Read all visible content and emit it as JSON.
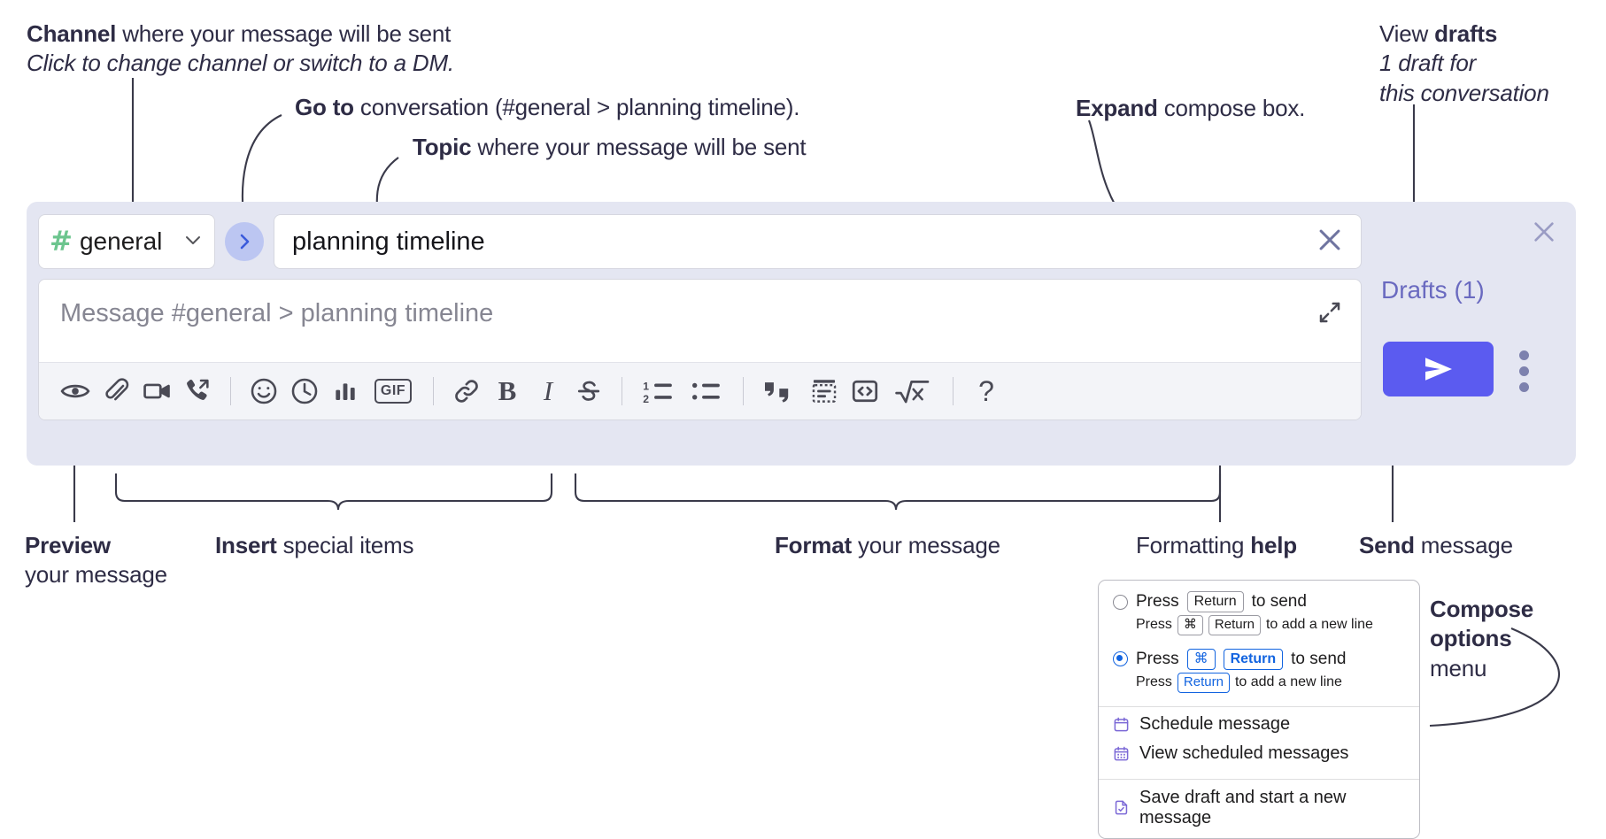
{
  "annotations": {
    "channel": {
      "bold": "Channel",
      "rest": " where your message will be sent",
      "italic": "Click to change channel or switch to a DM."
    },
    "goto": {
      "bold": "Go to",
      "rest": " conversation (#general > planning timeline)."
    },
    "topic": {
      "bold": "Topic",
      "rest": " where your message will be sent"
    },
    "expand": {
      "bold": "Expand",
      "rest": " compose box."
    },
    "drafts": {
      "line1_a": "View ",
      "line1_b": "drafts",
      "line2": "1 draft for",
      "line3": "this conversation"
    },
    "preview": {
      "bold": "Preview",
      "rest": "your message"
    },
    "insert": {
      "bold": "Insert",
      "rest": " special items"
    },
    "format": {
      "bold": "Format",
      "rest": " your message"
    },
    "help": {
      "pre": "Formatting ",
      "bold": "help"
    },
    "send": {
      "bold": "Send",
      "rest": " message"
    },
    "compose_options": {
      "line1": "Compose",
      "line2": "options",
      "line3": "menu"
    }
  },
  "compose": {
    "channel": {
      "hash": "#",
      "name": "general",
      "chevron_icon": "chevron-down-icon"
    },
    "goto_icon": "chevron-right-icon",
    "topic": {
      "value": "planning timeline",
      "clear_icon": "close-icon"
    },
    "message": {
      "placeholder": "Message #general > planning timeline",
      "expand_icon": "expand-icon"
    },
    "toolbar": [
      {
        "name": "preview-icon",
        "label": "Preview"
      },
      {
        "name": "attachment-icon",
        "label": "Attach file"
      },
      {
        "name": "video-icon",
        "label": "Record video clip"
      },
      {
        "name": "audio-call-icon",
        "label": "Record audio clip"
      },
      {
        "name": "divider",
        "label": ""
      },
      {
        "name": "emoji-icon",
        "label": "Emoji"
      },
      {
        "name": "clock-icon",
        "label": "Reminder"
      },
      {
        "name": "poll-icon",
        "label": "Poll"
      },
      {
        "name": "gif-icon",
        "label": "GIF"
      },
      {
        "name": "divider",
        "label": ""
      },
      {
        "name": "link-icon",
        "label": "Link"
      },
      {
        "name": "bold-icon",
        "label": "B"
      },
      {
        "name": "italic-icon",
        "label": "I"
      },
      {
        "name": "strikethrough-icon",
        "label": "Strikethrough"
      },
      {
        "name": "divider",
        "label": ""
      },
      {
        "name": "ordered-list-icon",
        "label": "Ordered list"
      },
      {
        "name": "bullet-list-icon",
        "label": "Bulleted list"
      },
      {
        "name": "divider",
        "label": ""
      },
      {
        "name": "blockquote-icon",
        "label": "Blockquote"
      },
      {
        "name": "code-block-icon",
        "label": "Code block"
      },
      {
        "name": "code-icon",
        "label": "Code"
      },
      {
        "name": "math-icon",
        "label": "Math"
      },
      {
        "name": "divider",
        "label": ""
      },
      {
        "name": "help-icon",
        "label": "?"
      }
    ],
    "panel_close_icon": "close-icon",
    "drafts_label": "Drafts (1)",
    "send_icon": "send-icon",
    "kebab_icon": "more-options-icon"
  },
  "menu": {
    "options": [
      {
        "selected": false,
        "pre": "Press ",
        "keys": [
          "Return"
        ],
        "post": " to send",
        "sub_pre": "Press ",
        "sub_keys": [
          "⌘",
          "Return"
        ],
        "sub_post": " to add a new line"
      },
      {
        "selected": true,
        "pre": "Press ",
        "keys": [
          "⌘",
          "Return"
        ],
        "post": " to send",
        "sub_pre": "Press ",
        "sub_keys": [
          "Return"
        ],
        "sub_post": " to add a new line"
      }
    ],
    "items": [
      {
        "icon": "calendar-schedule-icon",
        "label": "Schedule message"
      },
      {
        "icon": "calendar-view-icon",
        "label": "View scheduled messages"
      },
      {
        "icon": "save-draft-icon",
        "label": "Save draft and start a new message"
      }
    ]
  },
  "colors": {
    "panel_bg": "#e4e6f2",
    "send_button": "#5b5bf0",
    "hash_green": "#6cc58e",
    "drafts_purple": "#6a6ac0",
    "accent_blue": "#1264e0",
    "menu_icon_purple": "#7b68d6"
  }
}
